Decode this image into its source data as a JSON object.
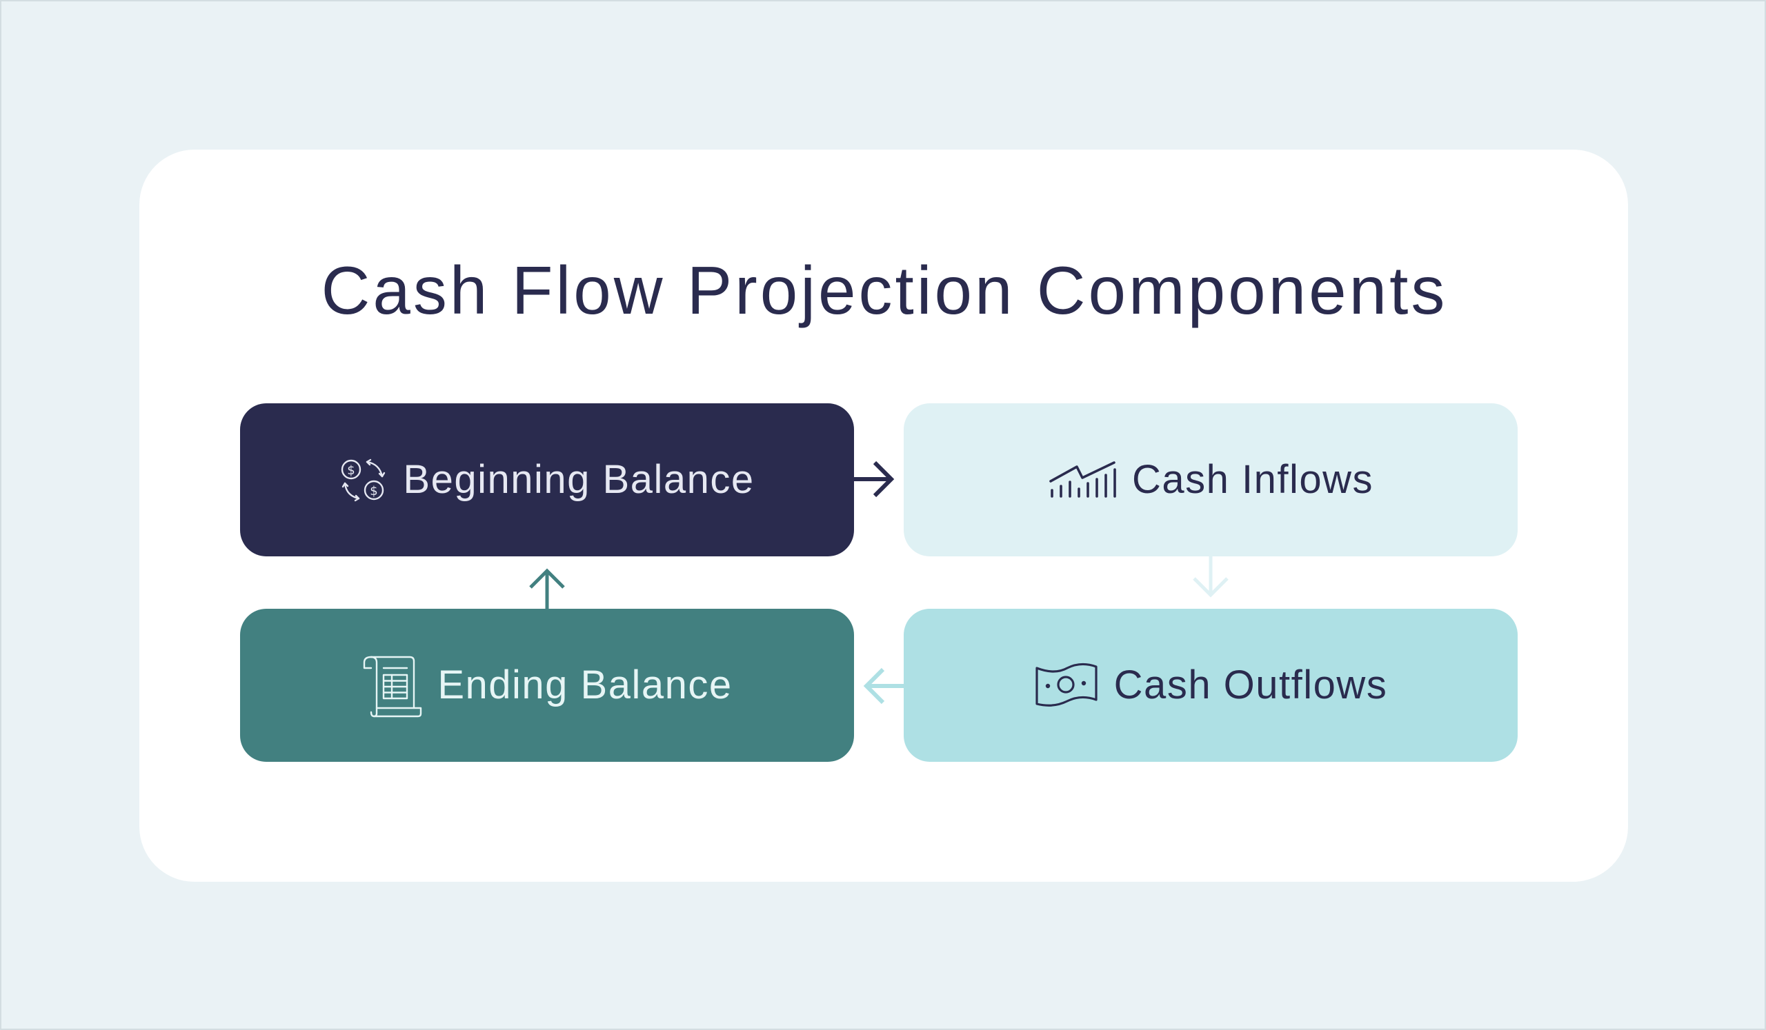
{
  "title": "Cash Flow Projection Components",
  "colors": {
    "background": "#EAF2F5",
    "card": "#FFFFFF",
    "title_text": "#2A2B4E",
    "beginning_balance": "#2A2B4E",
    "cash_inflows": "#DFF1F4",
    "ending_balance": "#428080",
    "cash_outflows": "#AEE0E4"
  },
  "nodes": [
    {
      "id": "beginning-balance",
      "label": "Beginning Balance",
      "icon": "dollar-exchange-icon"
    },
    {
      "id": "cash-inflows",
      "label": "Cash Inflows",
      "icon": "growth-chart-icon"
    },
    {
      "id": "cash-outflows",
      "label": "Cash Outflows",
      "icon": "banknote-icon"
    },
    {
      "id": "ending-balance",
      "label": "Ending Balance",
      "icon": "ledger-scroll-icon"
    }
  ],
  "edges": [
    {
      "from": "Beginning Balance",
      "to": "Cash Inflows",
      "direction": "right",
      "color": "#2A2B4E"
    },
    {
      "from": "Cash Inflows",
      "to": "Cash Outflows",
      "direction": "down",
      "color": "#DFF1F4"
    },
    {
      "from": "Cash Outflows",
      "to": "Ending Balance",
      "direction": "left",
      "color": "#AEE0E4"
    },
    {
      "from": "Ending Balance",
      "to": "Beginning Balance",
      "direction": "up",
      "color": "#428080"
    }
  ]
}
